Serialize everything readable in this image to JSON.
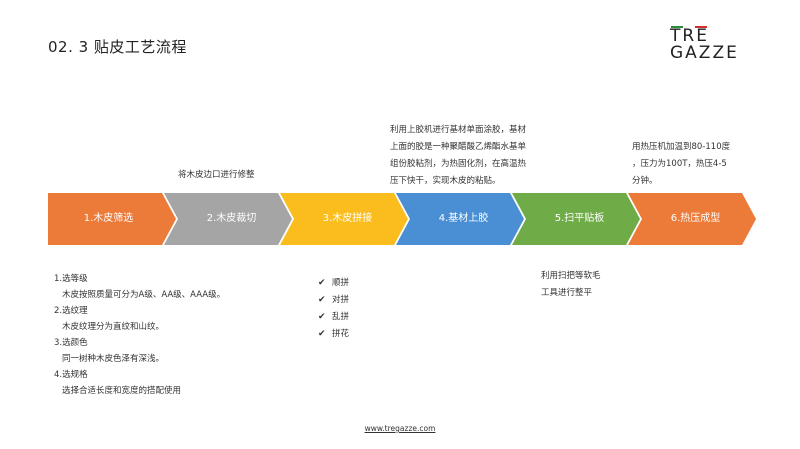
{
  "header": {
    "title": "02. 3 贴皮工艺流程",
    "logo_text": "TRE GAZZE",
    "logo_colors": [
      "#2e8b3d",
      "#ffffff",
      "#d22f2f"
    ]
  },
  "steps": [
    {
      "label": "1.木皮筛选",
      "color": "#ec7a39"
    },
    {
      "label": "2.木皮裁切",
      "color": "#a5a5a5"
    },
    {
      "label": "3.木皮拼接",
      "color": "#fbbd1e"
    },
    {
      "label": "4.基材上胶",
      "color": "#4a8fd3"
    },
    {
      "label": "5.扫平贴板",
      "color": "#6fab46"
    },
    {
      "label": "6.热压成型",
      "color": "#ec7a39"
    }
  ],
  "notes": {
    "trim": "将木皮边口进行修整",
    "glue": [
      "利用上胶机进行基材单面涂胶，基材",
      "上面的胶是一种聚醋酸乙烯酯水基单",
      "组份胶粘剂，为热固化剂，在高温热",
      "压下快干，实现木皮的粘贴。"
    ],
    "press": [
      "用热压机加温到80-110度",
      "，压力为100T，热压4-5",
      "分钟。"
    ],
    "sweep": [
      "利用扫把等软毛",
      "工具进行整平"
    ]
  },
  "selection": [
    {
      "head": "1.选等级",
      "desc": "木皮按照质量可分为A级、AA级、AAA级。"
    },
    {
      "head": "2.选纹理",
      "desc": "木皮纹理分为直纹和山纹。"
    },
    {
      "head": "3.选颜色",
      "desc": "同一树种木皮色泽有深浅。"
    },
    {
      "head": "4.选规格",
      "desc": "选择合适长度和宽度的搭配使用"
    }
  ],
  "splicing": {
    "tick": "✔",
    "items": [
      "顺拼",
      "对拼",
      "乱拼",
      "拼花"
    ]
  },
  "footer": {
    "url": "www.tregazze.com"
  }
}
